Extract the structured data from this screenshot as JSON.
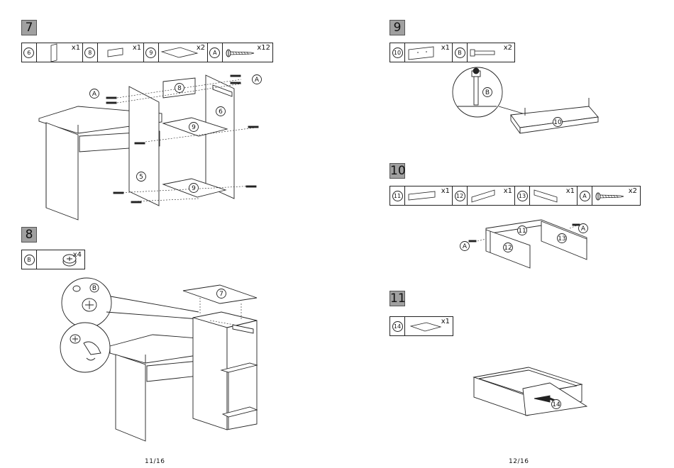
{
  "left_page": {
    "page_number": "11/16",
    "step7": {
      "number": "7",
      "parts": [
        {
          "id": "6",
          "qty": "x1"
        },
        {
          "id": "8",
          "qty": "x1"
        },
        {
          "id": "9",
          "qty": "x2"
        },
        {
          "id": "A",
          "qty": "x12"
        }
      ],
      "callouts": [
        "A",
        "8",
        "A",
        "6",
        "9",
        "5",
        "9"
      ]
    },
    "step8": {
      "number": "8",
      "parts": [
        {
          "id": "B",
          "qty": "x4"
        }
      ],
      "callouts": [
        "B",
        "7"
      ]
    }
  },
  "right_page": {
    "page_number": "12/16",
    "step9": {
      "number": "9",
      "parts": [
        {
          "id": "10",
          "qty": "x1"
        },
        {
          "id": "B",
          "qty": "x2"
        }
      ],
      "callouts": [
        "B",
        "10"
      ]
    },
    "step10": {
      "number": "10",
      "parts": [
        {
          "id": "11",
          "qty": "x1"
        },
        {
          "id": "12",
          "qty": "x1"
        },
        {
          "id": "13",
          "qty": "x1"
        },
        {
          "id": "A",
          "qty": "x2"
        }
      ],
      "callouts": [
        "11",
        "A",
        "13",
        "A",
        "12"
      ]
    },
    "step11": {
      "number": "11",
      "parts": [
        {
          "id": "14",
          "qty": "x1"
        }
      ],
      "callouts": [
        "14"
      ]
    }
  }
}
